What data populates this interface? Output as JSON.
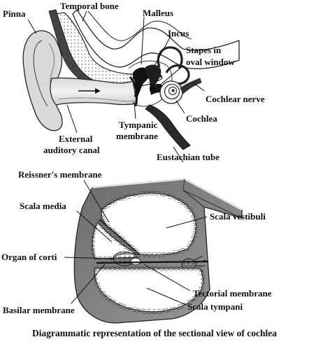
{
  "ear": {
    "pinna": "Pinna",
    "temporal_bone": "Temporal bone",
    "malleus": "Malleus",
    "incus": "Incus",
    "stapes_line1": "Stapes in",
    "stapes_line2": "oval window",
    "cochlear_nerve": "Cochlear nerve",
    "cochlea": "Cochlea",
    "tympanic_line1": "Tympanic",
    "tympanic_line2": "membrane",
    "external_line1": "External",
    "external_line2": "auditory canal",
    "eustachian_tube": "Eustachian tube"
  },
  "cochlea_section": {
    "reissners_membrane": "Reissner's membrane",
    "scala_media": "Scala media",
    "scala_vestibuli": "Scala vestibuli",
    "organ_of_corti": "Organ of corti",
    "tectorial_membrane": "Tectorial membrane",
    "basilar_membrane": "Basilar membrane",
    "scala_tympani": "Scala tympani"
  },
  "caption": "Diagrammatic representation of the sectional view of cochlea"
}
